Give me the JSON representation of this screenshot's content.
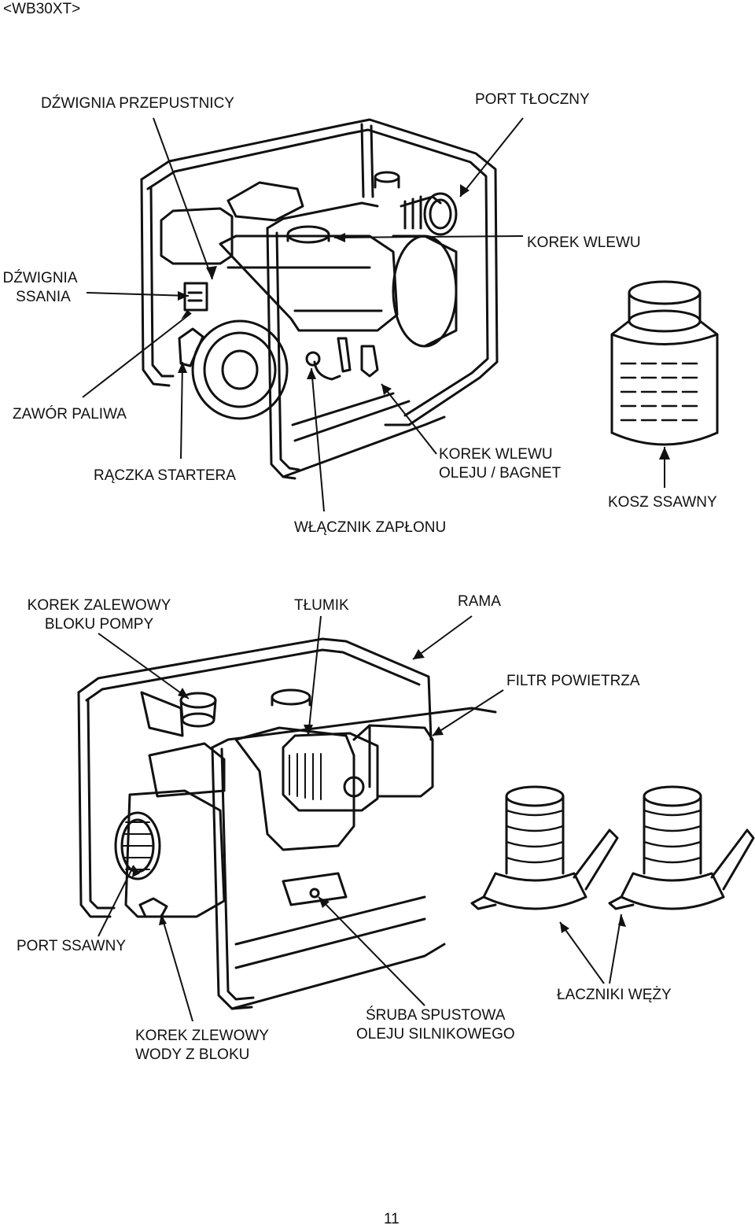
{
  "header": {
    "model": "<WB30XT>"
  },
  "top_view": {
    "throttle_lever": "DŹWIGNIA PRZEPUSTNICY",
    "discharge_port": "PORT TŁOCZNY",
    "fuel_cap": "KOREK WLEWU",
    "choke_lever_line1": "DŹWIGNIA",
    "choke_lever_line2": "SSANIA",
    "fuel_valve": "ZAWÓR PALIWA",
    "starter_grip": "RĄCZKA STARTERA",
    "oil_cap_line1": "KOREK WLEWU",
    "oil_cap_line2": "OLEJU / BAGNET",
    "strainer": "KOSZ SSAWNY",
    "ignition_switch": "WŁĄCZNIK ZAPŁONU"
  },
  "bottom_view": {
    "priming_cap_line1": "KOREK ZALEWOWY",
    "priming_cap_line2": "BLOKU POMPY",
    "muffler": "TŁUMIK",
    "frame": "RAMA",
    "air_filter": "FILTR POWIETRZA",
    "suction_port": "PORT SSAWNY",
    "hose_connectors": "ŁACZNIKI WĘŻY",
    "oil_drain_bolt_line1": "ŚRUBA SPUSTOWA",
    "oil_drain_bolt_line2": "OLEJU SILNIKOWEGO",
    "water_drain_plug_line1": "KOREK ZLEWOWY",
    "water_drain_plug_line2": "WODY Z BLOKU"
  },
  "footer": {
    "page_number": "11"
  }
}
